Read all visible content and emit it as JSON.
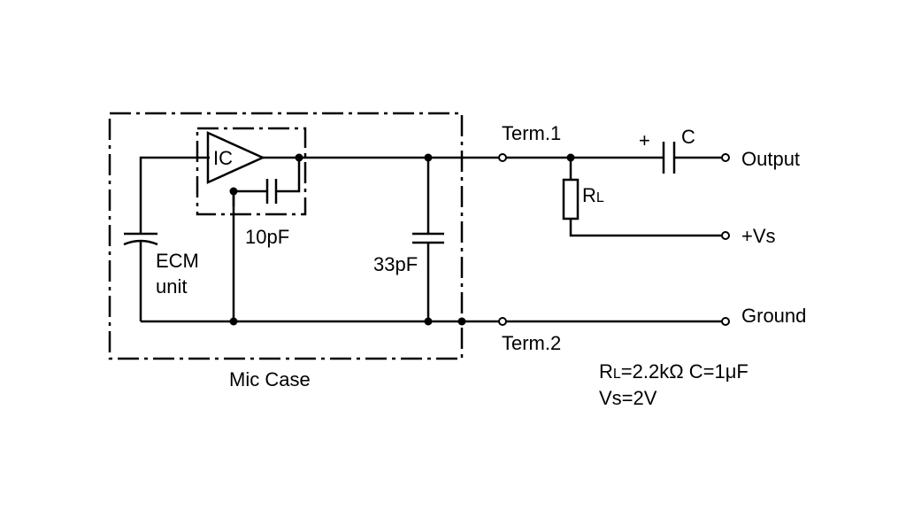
{
  "labels": {
    "ic": "IC",
    "cap_10": "10pF",
    "ecm_line1": "ECM",
    "ecm_line2": "unit",
    "cap_33": "33pF",
    "mic_case": "Mic Case",
    "term1": "Term.1",
    "term2": "Term.2",
    "rl_main": "R",
    "rl_sub": "L",
    "cap_c": "C",
    "cap_plus": "+",
    "output": "Output",
    "vs_plus": "+Vs",
    "ground": "Ground",
    "spec_r_main": "R",
    "spec_r_sub": "L",
    "spec_r_value": "=2.2kΩ  C=1μF",
    "spec_vs": "Vs=2V"
  }
}
